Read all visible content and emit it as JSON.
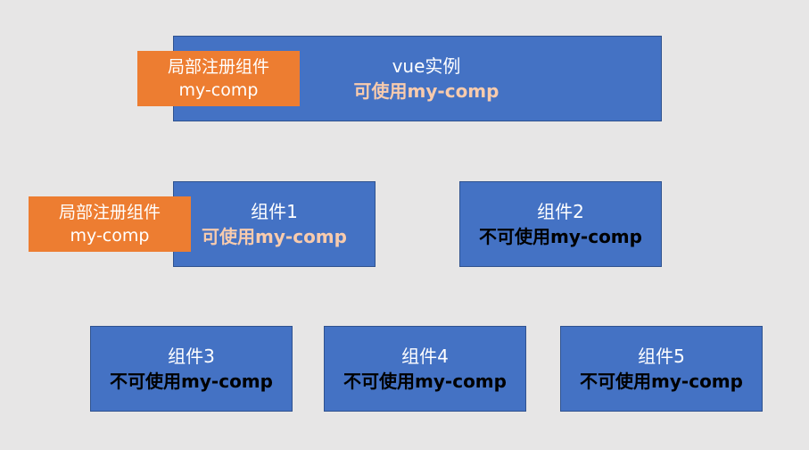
{
  "colors": {
    "background": "#e7e6e6",
    "box": "#4472c4",
    "box_border": "#2f528f",
    "tag": "#ed7d31",
    "can_text": "#f8cbad",
    "cannot_text": "#000000"
  },
  "root": {
    "title": "vue实例",
    "status": "可使用my-comp"
  },
  "root_tag": {
    "line1": "局部注册组件",
    "line2": "my-comp"
  },
  "comp1": {
    "title": "组件1",
    "status": "可使用my-comp"
  },
  "comp1_tag": {
    "line1": "局部注册组件",
    "line2": "my-comp"
  },
  "comp2": {
    "title": "组件2",
    "status": "不可使用my-comp"
  },
  "comp3": {
    "title": "组件3",
    "status": "不可使用my-comp"
  },
  "comp4": {
    "title": "组件4",
    "status": "不可使用my-comp"
  },
  "comp5": {
    "title": "组件5",
    "status": "不可使用my-comp"
  }
}
